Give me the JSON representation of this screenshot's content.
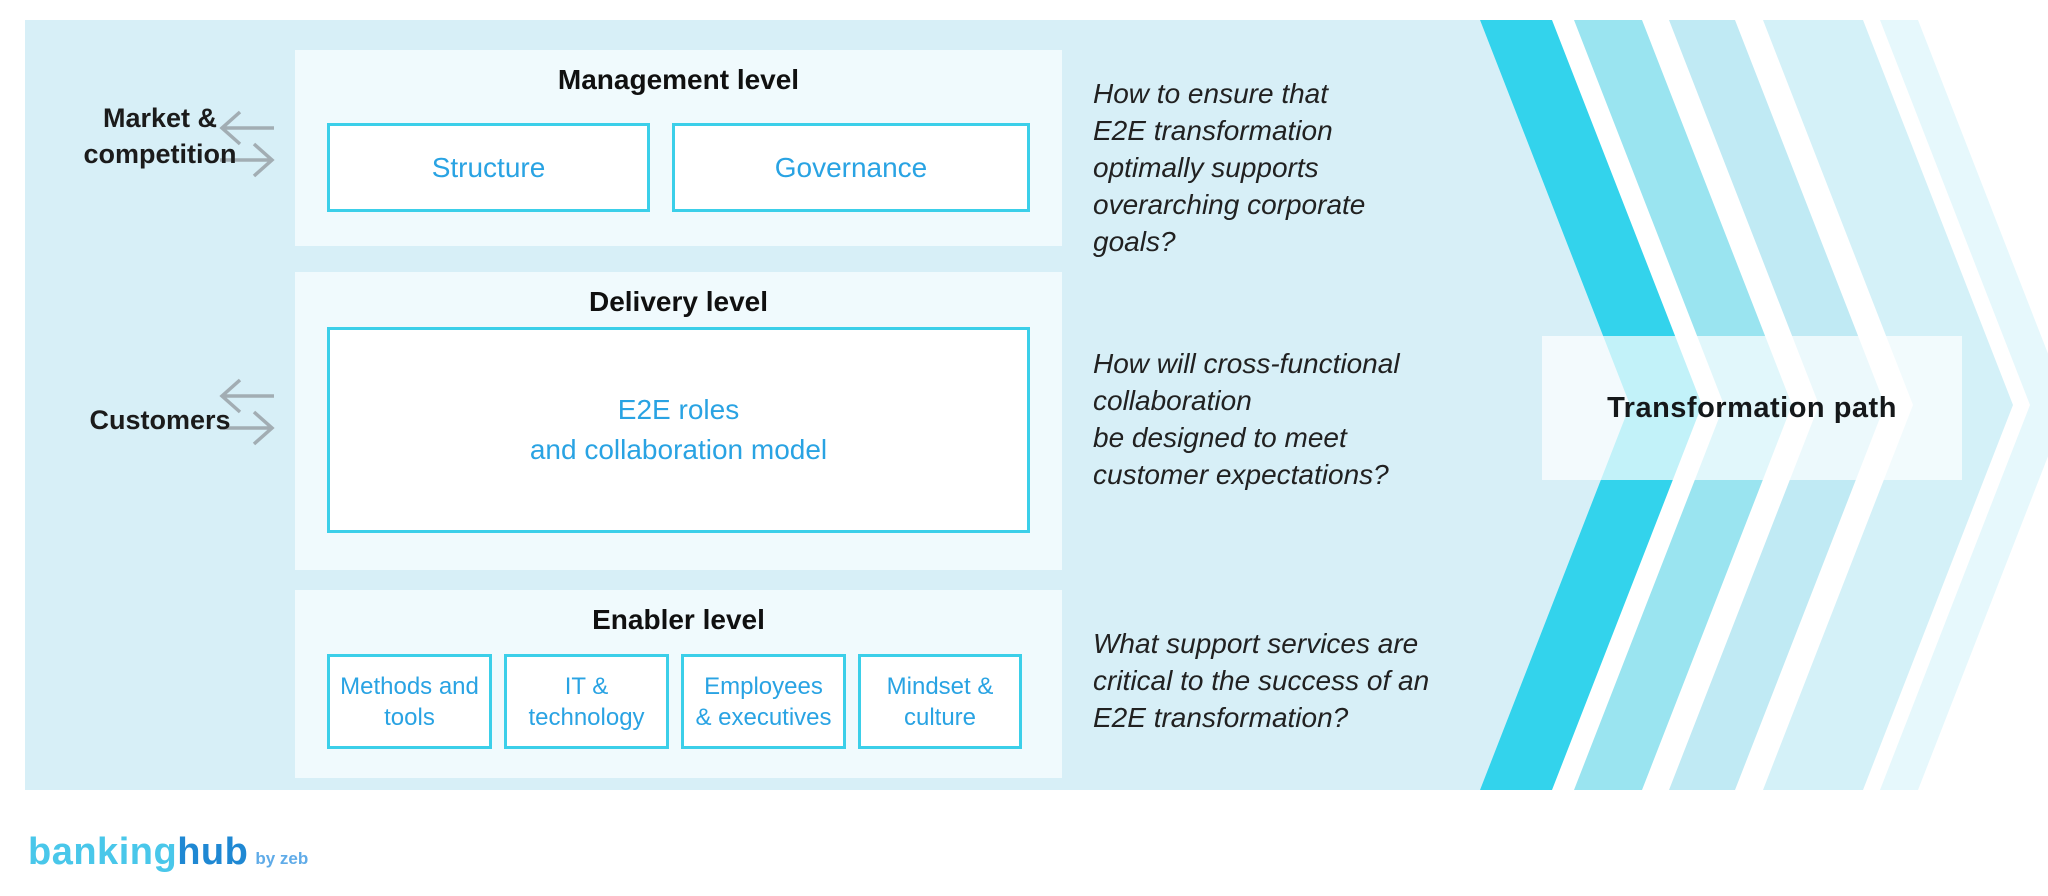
{
  "left_labels": {
    "market_competition": "Market &\ncompetition",
    "customers": "Customers"
  },
  "panels": [
    {
      "title": "Management level",
      "boxes": [
        {
          "label": "Structure"
        },
        {
          "label": "Governance"
        }
      ]
    },
    {
      "title": "Delivery level",
      "boxes": [
        {
          "label": "E2E roles\nand collaboration model"
        }
      ]
    },
    {
      "title": "Enabler level",
      "boxes": [
        {
          "label": "Methods and\ntools"
        },
        {
          "label": "IT &\ntechnology"
        },
        {
          "label": "Employees\n& executives"
        },
        {
          "label": "Mindset &\nculture"
        }
      ]
    }
  ],
  "questions": [
    {
      "text": "How to ensure that\nE2E transformation\noptimally supports\noverarching corporate\ngoals?"
    },
    {
      "text": "How will cross-functional\ncollaboration\nbe designed to meet\ncustomer expectations?"
    },
    {
      "text": "What support services are\ncritical to the success of an\nE2E transformation?"
    }
  ],
  "transformation_path": {
    "label": "Transformation path"
  },
  "logo": {
    "banking": "banking",
    "hub": "hub",
    "byline": "by zeb"
  },
  "colors": {
    "background_panel": "#d7eff7",
    "level_panel": "#f0fafd",
    "box_border": "#3bcfe9",
    "box_text": "#29a3e3",
    "chevron_bright": "#33d3ec",
    "chevron_medium": "#9ae4f0",
    "chevron_light": "#c0eaf4",
    "chevron_pale": "#d4f1f8",
    "chevron_faint": "#e6f8fc",
    "arrow_gray": "#a2adb3",
    "logo_banking": "#49c7ea",
    "logo_hub": "#1f88d3",
    "logo_byline": "#5fabe8"
  }
}
